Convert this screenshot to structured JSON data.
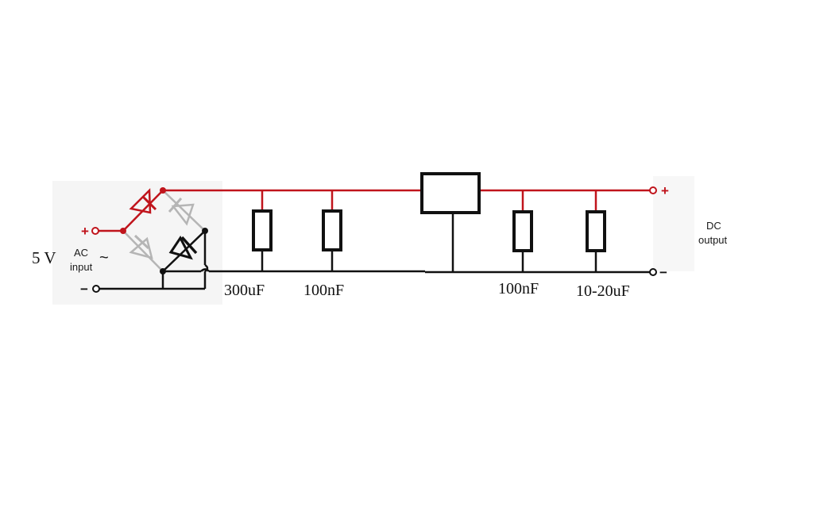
{
  "colors": {
    "positive_rail": "#c0141c",
    "negative_rail": "#111111",
    "inactive_diode": "#b5b5b5",
    "active_diode": "#111111",
    "panel_tint": "#f4f4f4"
  },
  "input": {
    "voltage_label": "5 V",
    "ac_label_line1": "AC",
    "ac_label_line2": "input",
    "ac_symbol": "~",
    "plus_sign": "+",
    "minus_sign": "−"
  },
  "output": {
    "label_line1": "DC",
    "label_line2": "output",
    "plus_sign": "+",
    "minus_sign": "−"
  },
  "capacitors": [
    {
      "label": "300uF"
    },
    {
      "label": "100nF"
    },
    {
      "label": "100nF"
    },
    {
      "label": "10-20uF"
    }
  ],
  "components": {
    "bridge_rectifier": "bridge-rectifier",
    "regulator": "voltage-regulator"
  }
}
